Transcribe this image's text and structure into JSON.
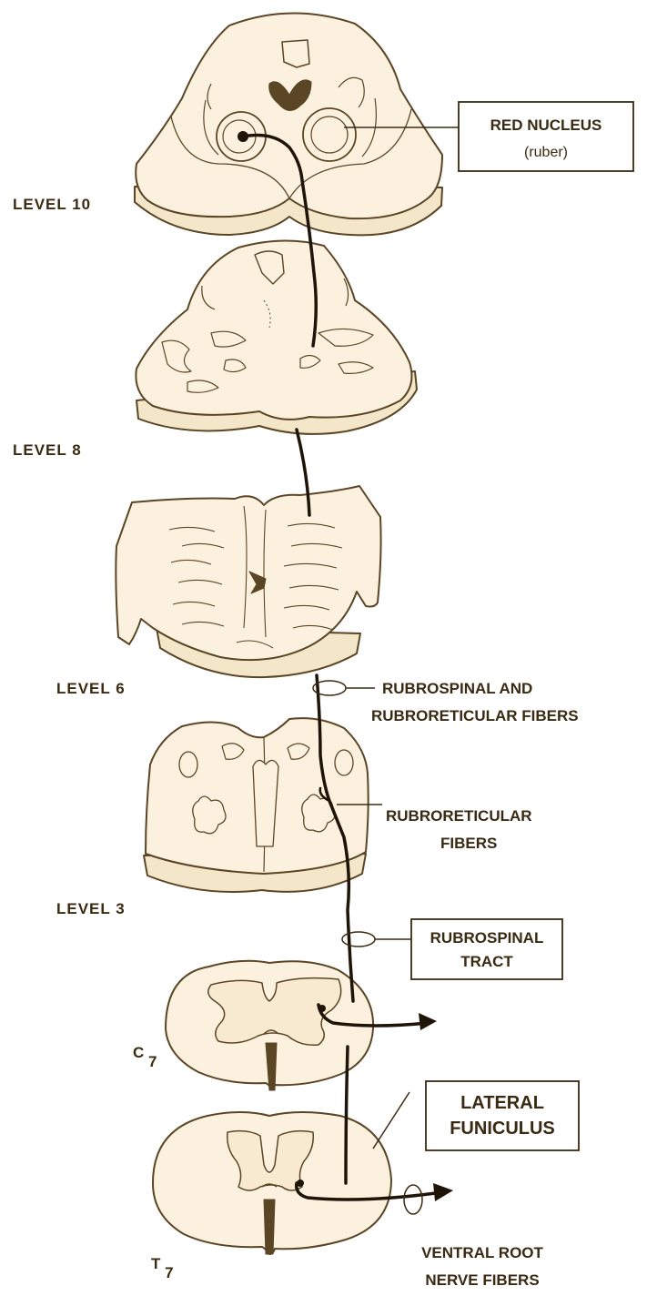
{
  "labels": {
    "level10": "LEVEL  10",
    "level8": "LEVEL  8",
    "level6": "LEVEL  6",
    "level3": "LEVEL  3",
    "c7_base": "C",
    "c7_sub": "7",
    "t7_base": "T",
    "t7_sub": "7",
    "red_nucleus_line1": "RED  NUCLEUS",
    "red_nucleus_line2": "(ruber)",
    "rubrospinal_rubroreticular_line1": "RUBROSPINAL  AND",
    "rubrospinal_rubroreticular_line2": "RUBRORETICULAR  FIBERS",
    "rubroreticular_line1": "RUBRORETICULAR",
    "rubroreticular_line2": "FIBERS",
    "rubrospinal_tract_line1": "RUBROSPINAL",
    "rubrospinal_tract_line2": "TRACT",
    "lateral_funiculus_line1": "LATERAL",
    "lateral_funiculus_line2": "FUNICULUS",
    "ventral_root_line1": "VENTRAL  ROOT",
    "ventral_root_line2": "NERVE  FIBERS"
  },
  "colors": {
    "section_fill": "#fbf1de",
    "outline": "#5a4525",
    "fiber": "#1e1508",
    "text": "#3a2a12"
  }
}
